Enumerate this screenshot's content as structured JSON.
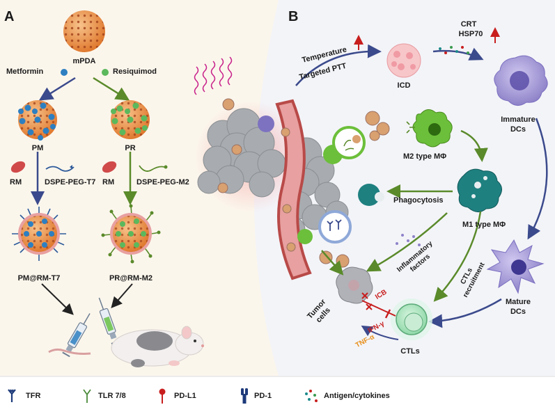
{
  "panels": {
    "a": {
      "label": "A",
      "mpda": "mPDA",
      "metformin": "Metformin",
      "resiquimod": "Resiquimod",
      "pm": "PM",
      "pr": "PR",
      "rm_left": "RM",
      "rm_right": "RM",
      "dspe_t7": "DSPE-PEG-T7",
      "dspe_m2": "DSPE-PEG-M2",
      "pm_rm_t7": "PM@RM-T7",
      "pr_rm_m2": "PR@RM-M2"
    },
    "b": {
      "label": "B",
      "temperature": "Temperature",
      "targeted_ptt": "Targeted PTT",
      "icd": "ICD",
      "crt": "CRT",
      "hsp70": "HSP70",
      "immature_dcs": "Immature\nDCs",
      "m2_type": "M2 type MΦ",
      "phagocytosis": "Phagocytosis",
      "m1_type": "M1 type MΦ",
      "inflammatory": "Inflammatory\nfactors",
      "ctls_recruitment": "CTLs\nrecruitment",
      "mature_dcs": "Mature\nDCs",
      "tumor_cells": "Tumor\ncells",
      "icb": "ICB",
      "ifn": "IFN-γ",
      "tnf": "TNF-α",
      "ctls": "CTLs"
    }
  },
  "legend": [
    {
      "label": "TFR",
      "icon": "tfr-icon"
    },
    {
      "label": "TLR 7/8",
      "icon": "tlr-icon"
    },
    {
      "label": "PD-L1",
      "icon": "pd-l1-icon"
    },
    {
      "label": "PD-1",
      "icon": "pd-1-icon"
    },
    {
      "label": "Antigen/cytokines",
      "icon": "antigen-icon"
    }
  ],
  "colors": {
    "panel_a_bg": "#fbf6ec",
    "panel_b_bg": "#f3f4f8",
    "nanoparticle": "#f0a060",
    "metformin": "#2d7fc1",
    "resiquimod": "#5cb85c",
    "arrow_blue": "#3b4a8c",
    "arrow_green": "#5a8a2a",
    "dc_purple": "#9a8fd0",
    "macrophage_green": "#6cbf3a",
    "m1_teal": "#1f8080",
    "ctl_green": "#8fd8a8",
    "vessel": "#b84a48"
  }
}
